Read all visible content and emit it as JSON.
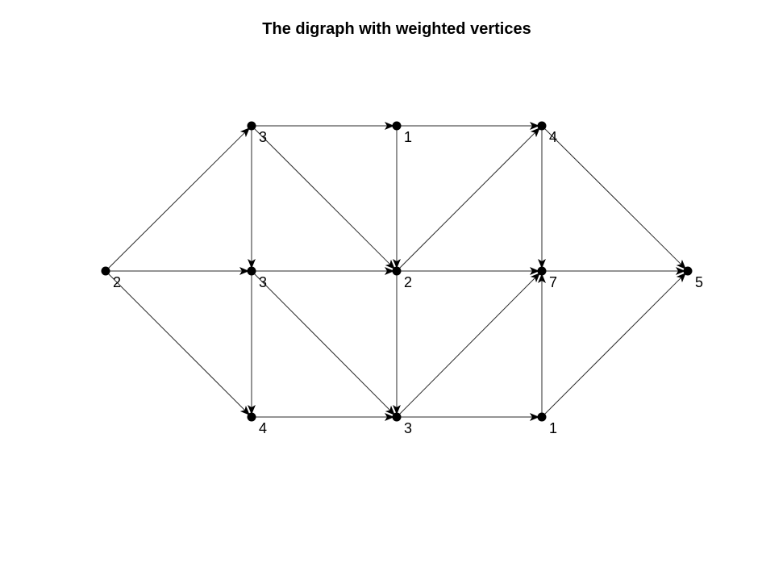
{
  "title": "The digraph with weighted vertices",
  "colors": {
    "edge": "#2a2a2a",
    "node": "#000000",
    "background": "#ffffff"
  },
  "graph": {
    "nodes": [
      {
        "id": "a",
        "weight": "2"
      },
      {
        "id": "b",
        "weight": "3"
      },
      {
        "id": "c",
        "weight": "3"
      },
      {
        "id": "d",
        "weight": "4"
      },
      {
        "id": "e",
        "weight": "1"
      },
      {
        "id": "f",
        "weight": "2"
      },
      {
        "id": "g",
        "weight": "3"
      },
      {
        "id": "h",
        "weight": "4"
      },
      {
        "id": "i",
        "weight": "7"
      },
      {
        "id": "j",
        "weight": "1"
      },
      {
        "id": "k",
        "weight": "5"
      }
    ],
    "edges": [
      {
        "from": "a",
        "to": "b"
      },
      {
        "from": "a",
        "to": "c"
      },
      {
        "from": "a",
        "to": "d"
      },
      {
        "from": "b",
        "to": "e"
      },
      {
        "from": "b",
        "to": "c"
      },
      {
        "from": "b",
        "to": "f"
      },
      {
        "from": "c",
        "to": "f"
      },
      {
        "from": "c",
        "to": "d"
      },
      {
        "from": "c",
        "to": "g"
      },
      {
        "from": "d",
        "to": "g"
      },
      {
        "from": "e",
        "to": "h"
      },
      {
        "from": "e",
        "to": "f"
      },
      {
        "from": "f",
        "to": "h"
      },
      {
        "from": "f",
        "to": "i"
      },
      {
        "from": "f",
        "to": "g"
      },
      {
        "from": "g",
        "to": "i"
      },
      {
        "from": "g",
        "to": "j"
      },
      {
        "from": "h",
        "to": "i"
      },
      {
        "from": "h",
        "to": "k"
      },
      {
        "from": "i",
        "to": "k"
      },
      {
        "from": "j",
        "to": "i"
      },
      {
        "from": "j",
        "to": "k"
      }
    ]
  }
}
